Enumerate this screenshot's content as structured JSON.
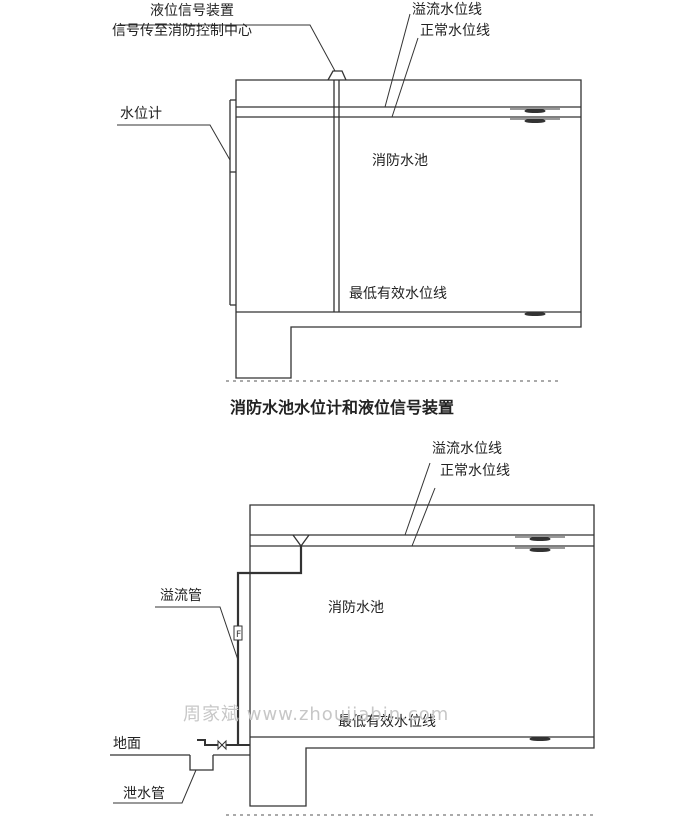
{
  "diagram1": {
    "label_signal_device": "液位信号装置",
    "label_signal_transmit": "信号传至消防控制中心",
    "label_overflow_line": "溢流水位线",
    "label_normal_line": "正常水位线",
    "label_level_gauge": "水位计",
    "label_tank": "消防水池",
    "label_lowest_line": "最低有效水位线"
  },
  "caption": "消防水池水位计和液位信号装置",
  "diagram2": {
    "label_overflow_line": "溢流水位线",
    "label_normal_line": "正常水位线",
    "label_tank": "消防水池",
    "label_overflow_pipe": "溢流管",
    "label_lowest_line": "最低有效水位线",
    "label_ground": "地面",
    "label_drain_pipe": "泄水管"
  },
  "watermark": "周家斌 www.zhoujiabin.com"
}
